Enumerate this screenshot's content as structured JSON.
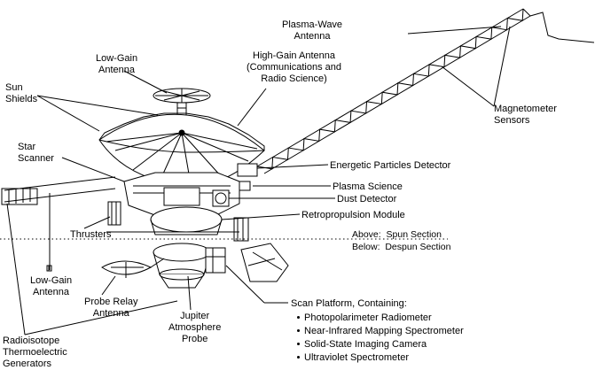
{
  "labels": {
    "plasma_wave": "Plasma-Wave\nAntenna",
    "low_gain_top": "Low-Gain\nAntenna",
    "high_gain": "High-Gain Antenna\n(Communications and\nRadio Science)",
    "sun_shields": "Sun\nShields",
    "magnetometer": "Magnetometer\nSensors",
    "star_scanner": "Star\nScanner",
    "energetic": "Energetic Particles Detector",
    "plasma_science": "Plasma Science",
    "dust": "Dust Detector",
    "retro": "Retropropulsion Module",
    "thrusters": "Thrusters",
    "above": "Above:  Spun Section",
    "below": "Below:  Despun Section",
    "low_gain_bottom": "Low-Gain\nAntenna",
    "probe_relay": "Probe Relay\nAntenna",
    "jupiter_probe": "Jupiter\nAtmosphere\nProbe",
    "rtg": "Radioisotope\nThermoelectric\nGenerators",
    "scan_platform_title": "Scan Platform, Containing:"
  },
  "scan_platform_items": [
    "Photopolarimeter Radiometer",
    "Near-Infrared Mapping Spectrometer",
    "Solid-State Imaging Camera",
    "Ultraviolet Spectrometer"
  ]
}
